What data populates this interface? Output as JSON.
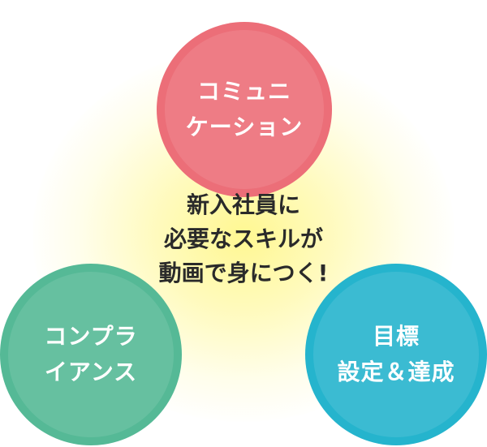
{
  "diagram": {
    "center_text": "新入社員に\n必要なスキルが\n動画で身につく!",
    "circles": [
      {
        "label": "コミュニ\nケーション",
        "color": "#ec6e78"
      },
      {
        "label": "コンプラ\nイアンス",
        "color": "#55b996"
      },
      {
        "label": "目標\n設定＆達成",
        "color": "#25b4cd"
      }
    ],
    "glow_color": "#fff78c"
  }
}
